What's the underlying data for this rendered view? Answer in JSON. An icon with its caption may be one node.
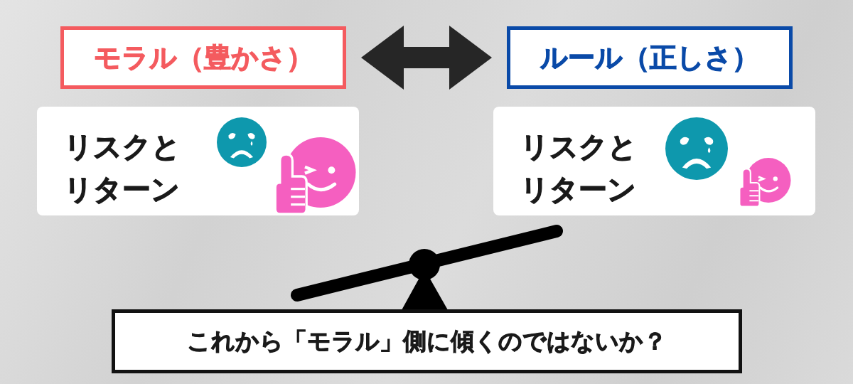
{
  "diagram": {
    "nodes": [
      {
        "text": [
          "モラル（豊かさ）"
        ]
      },
      {
        "text": [
          "ルール（正しさ）"
        ]
      },
      {
        "text": [
          "リスクとリターン"
        ]
      },
      {
        "text": [
          "リスクとリターン"
        ]
      },
      {
        "text": [
          "これから**「モラル」**側に傾くのではないか？"
        ]
      }
    ],
    "edges": [
      {
        "from": 0,
        "to": 1,
        "arrow": "both"
      }
    ]
  }
}
